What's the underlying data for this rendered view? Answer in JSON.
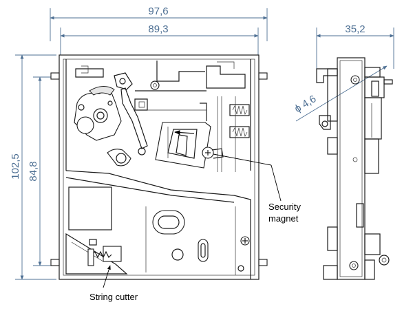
{
  "dimensions": {
    "overall_width": "97,6",
    "inner_width": "89,3",
    "side_depth": "35,2",
    "overall_height": "102,5",
    "inner_height": "84,8",
    "hole_diameter": "ϕ 4,6"
  },
  "callouts": {
    "security_magnet_line1": "Security",
    "security_magnet_line2": "magnet",
    "string_cutter": "String cutter"
  },
  "colors": {
    "dimension_lines": "#4d6f93",
    "part_lines": "#1a1a1a"
  }
}
